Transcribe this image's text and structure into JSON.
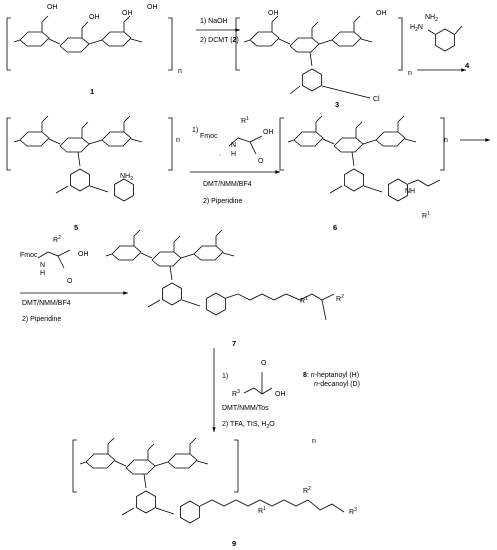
{
  "step1": {
    "line1": "1) NaOH",
    "line2a": "2) DCMT (",
    "line2b": "2",
    "line2c": ")"
  },
  "step2": {
    "line1": "1)",
    "fmoc": "Fmoc",
    "nh": "N",
    "h": "H",
    "r": "R",
    "r_sup": "1",
    "oh": "OH",
    "o": "O",
    "cond1": "DMT/NMM/BF4",
    "cond2": "2) Piperidine"
  },
  "step3": {
    "fmoc": "Fmoc",
    "nh": "N",
    "h": "H",
    "r": "R",
    "r_sup": "2",
    "oh": "OH",
    "o": "O",
    "cond1": "DMT/NMM/BF4",
    "cond2": "2) Piperidine"
  },
  "step4": {
    "line1": "1)",
    "r": "R",
    "r_sup": "3",
    "o": "O",
    "oh": "OH",
    "reagent_num": "8",
    "reagent_a_pre": "n",
    "reagent_a": "-heptanoyl (H)",
    "reagent_b_pre": "n",
    "reagent_b": "-decanoyl (D)",
    "cond1": "DMT/NMM/Tos",
    "cond2_a": "2) TFA, TIS, H",
    "cond2_sub": "2",
    "cond2_b": "O"
  },
  "compounds": {
    "c1": "1",
    "c3": "3",
    "c4": "4",
    "c5": "5",
    "c6": "6",
    "c7": "7",
    "c9": "9"
  },
  "labels": {
    "n": "n",
    "oh": "OH",
    "o": "O",
    "n_atom": "N",
    "cl": "Cl",
    "nh2": "NH",
    "nh2_sub": "2",
    "h": "H",
    "nh": "NH",
    "r1": "R",
    "r1_sup": "1",
    "r2": "R",
    "r2_sup": "2",
    "r3": "R",
    "r3_sup": "3"
  }
}
